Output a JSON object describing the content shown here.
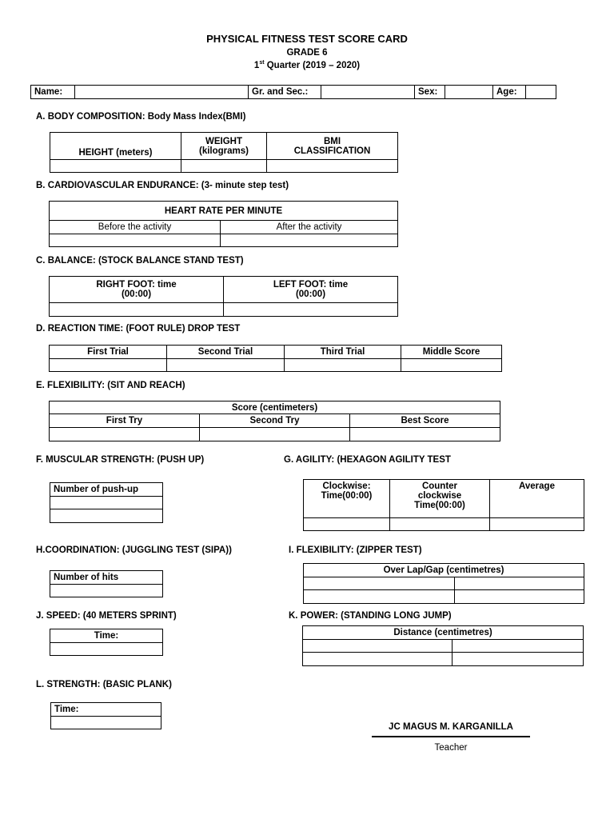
{
  "header": {
    "title": "PHYSICAL FITNESS TEST SCORE CARD",
    "grade": "GRADE 6",
    "quarter_num": "1",
    "quarter_sup": "st",
    "quarter_rest": " Quarter (2019 – 2020)"
  },
  "info_row": {
    "name": "Name:",
    "gr_sec": "Gr.  and Sec.:",
    "sex": "Sex:",
    "age": "Age:"
  },
  "sections": {
    "a": {
      "title": "A. BODY COMPOSITION: Body Mass Index(BMI)",
      "col1": "HEIGHT (meters)",
      "col2_l1": "WEIGHT",
      "col2_l2": "(kilograms)",
      "col3_l1": "BMI",
      "col3_l2": "CLASSIFICATION"
    },
    "b": {
      "title": "B. CARDIOVASCULAR ENDURANCE: (3- minute step test)",
      "header": "HEART RATE PER MINUTE",
      "col1": "Before the activity",
      "col2": "After the activity"
    },
    "c": {
      "title": "C. BALANCE: (STOCK BALANCE STAND TEST)",
      "col1_l1": "RIGHT FOOT: time",
      "col1_l2": "(00:00)",
      "col2_l1": "LEFT FOOT: time",
      "col2_l2": "(00:00)"
    },
    "d": {
      "title": "D. REACTION TIME: (FOOT RULE) DROP TEST",
      "cols": [
        "First Trial",
        "Second Trial",
        "Third Trial",
        "Middle Score"
      ]
    },
    "e": {
      "title": "E.  FLEXIBILITY: (SIT AND REACH)",
      "header": "Score (centimeters)",
      "cols": [
        "First Try",
        "Second Try",
        "Best Score"
      ]
    },
    "f": {
      "title": "F. MUSCULAR STRENGTH: (PUSH UP)",
      "header": "Number of push-up"
    },
    "g": {
      "title": "G. AGILITY: (HEXAGON AGILITY TEST",
      "col1_l1": "Clockwise:",
      "col1_l2": "Time(00:00)",
      "col2_l1": "Counter",
      "col2_l2": "clockwise",
      "col2_l3": "Time(00:00)",
      "col3": "Average"
    },
    "h": {
      "title": "H.COORDINATION: (JUGGLING TEST (SIPA))",
      "header": "Number of hits"
    },
    "i": {
      "title": "I. FLEXIBILITY: (ZIPPER TEST)",
      "header": "Over Lap/Gap (centimetres)"
    },
    "j": {
      "title": "J. SPEED: (40 METERS SPRINT)",
      "header": "Time:"
    },
    "k": {
      "title": "K. POWER: (STANDING LONG JUMP)",
      "header": "Distance (centimetres)"
    },
    "l": {
      "title": "L. STRENGTH: (BASIC PLANK)",
      "header": "Time:"
    }
  },
  "signature": {
    "name": "JC MAGUS M. KARGANILLA",
    "role": "Teacher"
  }
}
